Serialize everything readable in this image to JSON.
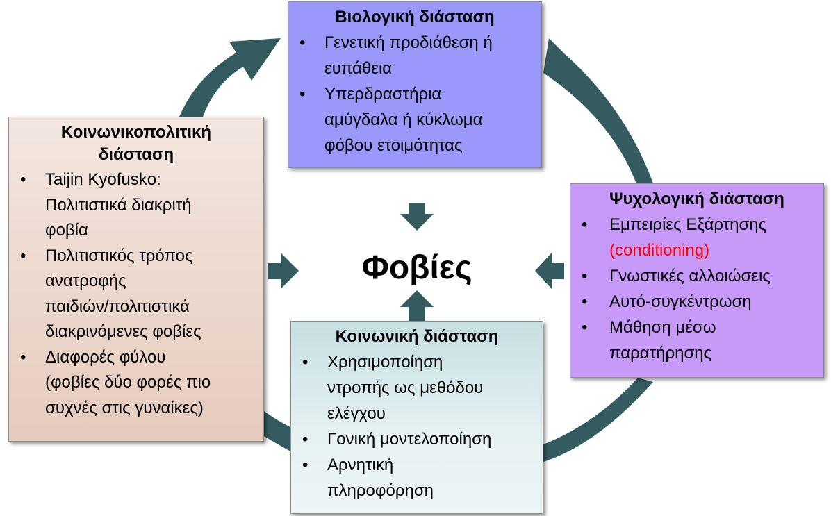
{
  "center": {
    "title": "Φοβίες"
  },
  "colors": {
    "cycle_arrow": "#345c60",
    "biological_fill": "#9a98fb",
    "psychological_fill": "#c79af9",
    "social_fill": "#e6f1f2",
    "sociopolitical_fill": "#ecd8ce",
    "highlight": "#ff0000"
  },
  "biological": {
    "title": "Βιολογική διάσταση",
    "items": [
      {
        "line1": "Γενετική προδιάθεση ή",
        "line2": "ευπάθεια"
      },
      {
        "line1": "Υπερδραστήρια",
        "line2": "αμύγδαλα ή κύκλωμα",
        "line3": "φόβου ετοιμότητας"
      }
    ]
  },
  "psychological": {
    "title": "Ψυχολογική διάσταση",
    "items": [
      {
        "line1": "Εμπειρίες Εξάρτησης",
        "line2_highlight": "(conditioning)"
      },
      {
        "line1": "Γνωστικές αλλοιώσεις"
      },
      {
        "line1": "Αυτό-συγκέντρωση"
      },
      {
        "line1": "Μάθηση μέσω",
        "line2": "παρατήρησης"
      }
    ]
  },
  "social": {
    "title": "Κοινωνική διάσταση",
    "items": [
      {
        "line1": "Χρησιμοποίηση",
        "line2": "ντροπής ως μεθόδου",
        "line3": "ελέγχου"
      },
      {
        "line1": "Γονική μοντελοποίηση"
      },
      {
        "line1": "Αρνητική",
        "line2": "πληροφόρηση"
      }
    ]
  },
  "sociopolitical": {
    "title_line1": "Κοινωνικοπολιτική",
    "title_line2": "διάσταση",
    "items": [
      {
        "line1": "Taijin Kyofusko:",
        "line2": "Πολιτιστικά διακριτή",
        "line3": "φοβία"
      },
      {
        "line1": "Πολιτιστικός τρόπος",
        "line2": "ανατροφής",
        "line3": "παιδιών/πολιτιστικά",
        "line4": "διακρινόμενες φοβίες"
      },
      {
        "line1": "Διαφορές φύλου",
        "line2": "(φοβίες δύο φορές πιο",
        "line3": "συχνές στις γυναίκες)"
      }
    ]
  }
}
